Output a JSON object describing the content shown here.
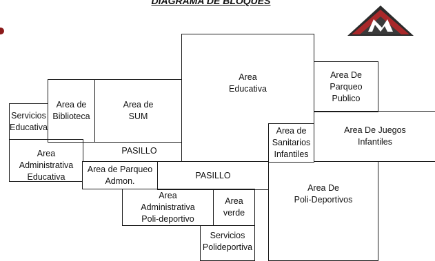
{
  "title": "DIAGRAMA DE BLOQUES",
  "logo": {
    "icon": "company-logo-icon",
    "colors": {
      "dark": "#2b2b2b",
      "red": "#c0282a",
      "light": "#ffffff"
    }
  },
  "blocks": {
    "servicios_educativa": "Servicios\nEducativa",
    "area_biblioteca": "Area de\nBiblioteca",
    "area_sum": "Area de\nSUM",
    "area_educativa": "Area\nEducativa",
    "area_parqueo_publico": "Area De\nParqueo\nPublico",
    "area_sanitarios_infantiles": "Area de\nSanitarios\nInfantiles",
    "area_juegos_infantiles": "Area De Juegos\nInfantiles",
    "area_administrativa_educativa": "Area Administrativa\nEducativa",
    "pasillo_1": "PASILLO",
    "area_parqueo_admon": "Area de Parqueo\nAdmon.",
    "pasillo_2": "PASILLO",
    "area_administrativa_polideportivo": "Area\nAdministrativa\nPoli-deportivo",
    "area_verde": "Area\nverde",
    "area_polideportivos": "Area De\nPoli-Deportivos",
    "servicios_polideportiva": "Servicios\nPolideportiva"
  }
}
